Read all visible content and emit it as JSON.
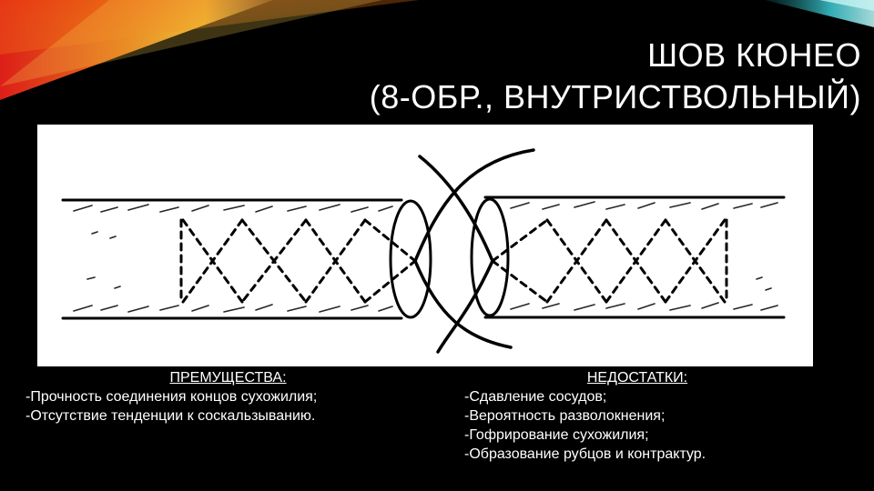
{
  "slide": {
    "title_line1": "ШОВ КЮНЕО",
    "title_line2": "(8-ОБР., ВНУТРИСТВОЛЬНЫЙ)"
  },
  "advantages": {
    "heading": "ПРЕМУЩЕСТВА:",
    "items": [
      "-Прочность соединения концов сухожилия;",
      "-Отсутствие  тенденции к соскальзыванию."
    ]
  },
  "disadvantages": {
    "heading": "НЕДОСТАТКИ:",
    "items": [
      "-Сдавление сосудов;",
      "-Вероятность разволокнения;",
      "-Гофрирование сухожилия;",
      "-Образование рубцов и контрактур."
    ]
  },
  "colors": {
    "background": "#000000",
    "text": "#ffffff",
    "illustration_bg": "#ffffff",
    "accent_red": "#e02010",
    "accent_orange": "#f5a020",
    "accent_teal": "#40c8c0"
  }
}
